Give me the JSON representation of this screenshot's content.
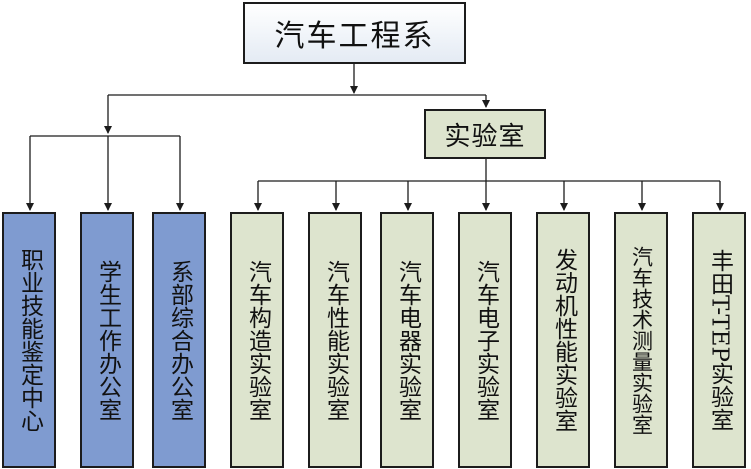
{
  "root": {
    "label": "汽车工程系"
  },
  "lab": {
    "label": "实验室"
  },
  "offices": [
    {
      "label": "职业技能鉴定中心"
    },
    {
      "label": "学生工作办公室"
    },
    {
      "label": "系部综合办公室"
    }
  ],
  "labs": [
    {
      "label": "汽车构造实验室"
    },
    {
      "label": "汽车性能实验室"
    },
    {
      "label": "汽车电器实验室"
    },
    {
      "label": "汽车电子实验室"
    },
    {
      "label": "发动机性能实验室"
    },
    {
      "label": "汽车技术测量实验室"
    },
    {
      "label": "丰田T-TEP实验室"
    }
  ],
  "colors": {
    "office_fill": "#7f9bd0",
    "lab_fill": "#dde4ce",
    "line": "#1c1c1c"
  }
}
